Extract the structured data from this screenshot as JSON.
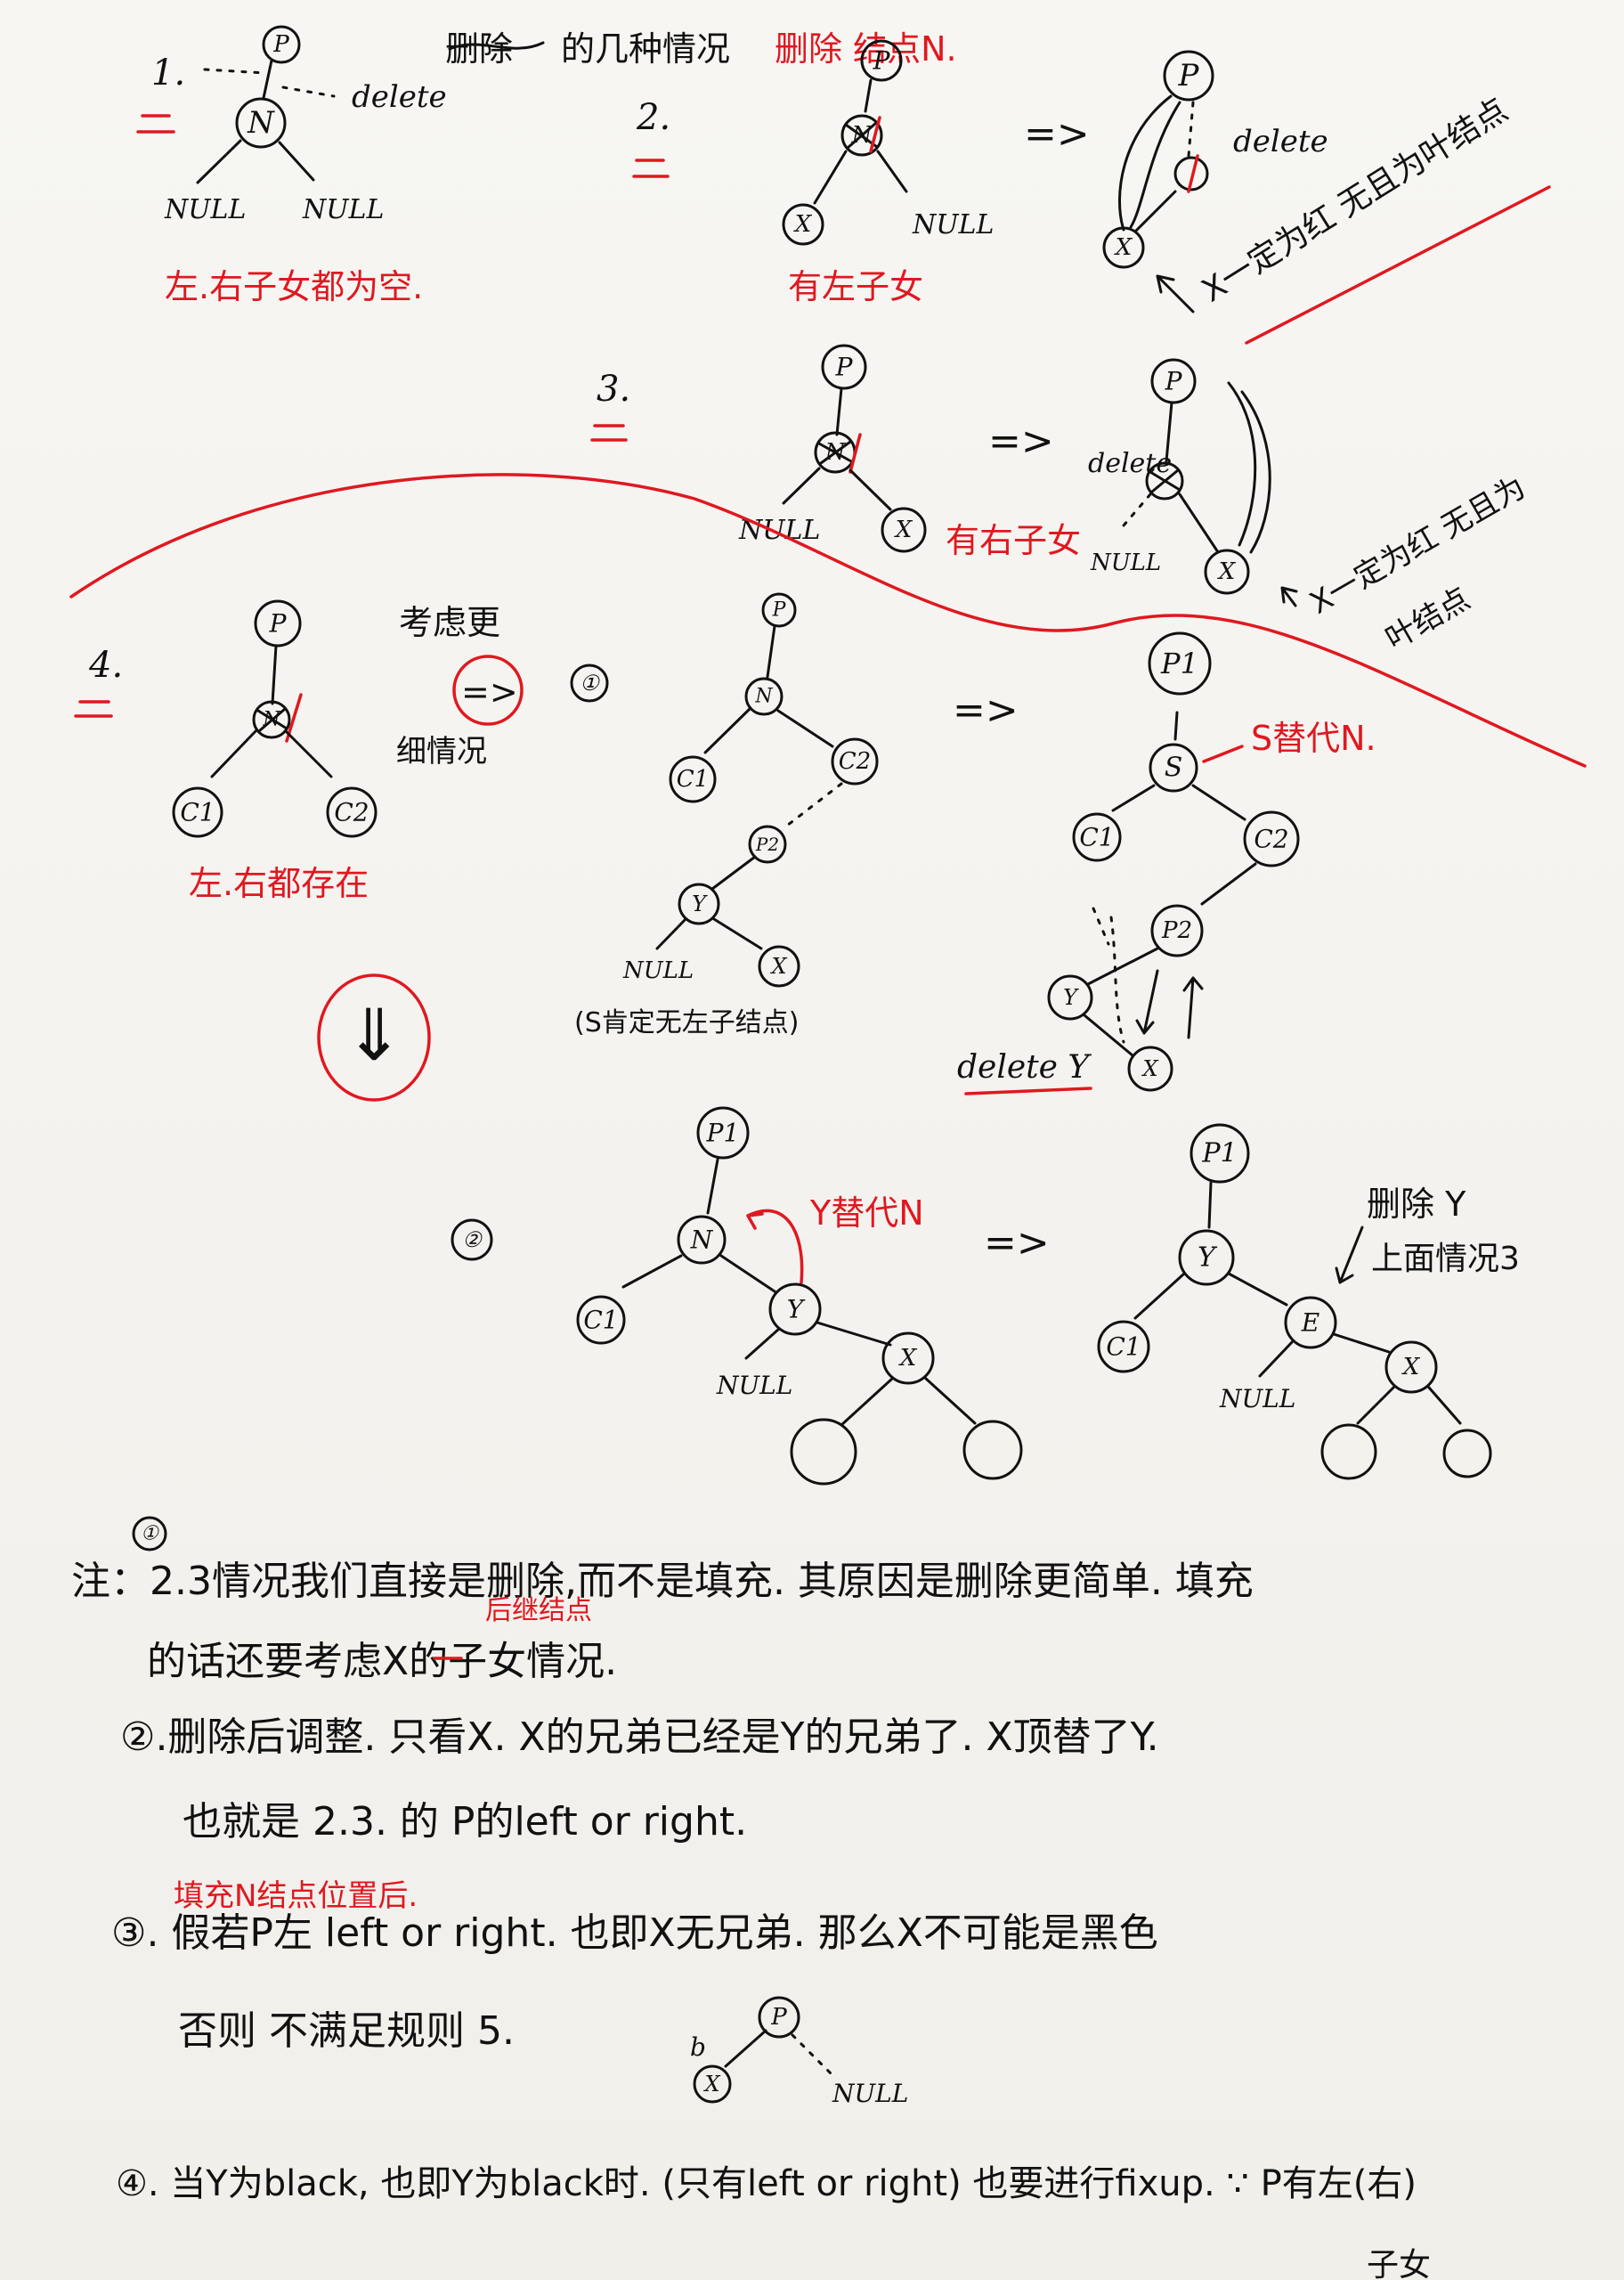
{
  "header": {
    "strike": "删除",
    "text": "的几种情况",
    "red": "删除 结点N."
  },
  "cases": {
    "c1": {
      "number": "1.",
      "p": "P",
      "n": "N",
      "delete": "delete",
      "null_l": "NULL",
      "null_r": "NULL",
      "caption": "左.右子女都为空."
    },
    "c2": {
      "number": "2.",
      "p": "P",
      "n": "N",
      "x": "X",
      "null": "NULL",
      "caption": "有左子女",
      "arrow": "=>",
      "after_p": "P",
      "after_delete": "delete",
      "after_x": "X",
      "note": "X一定为红 无且为叶结点"
    },
    "c3": {
      "number": "3.",
      "p": "P",
      "n": "N",
      "x": "X",
      "null": "NULL",
      "caption": "有右子女",
      "arrow": "=>",
      "after_p": "P",
      "after_delete": "delete",
      "after_null": "NULL",
      "after_x": "X",
      "note1": "X一定为红 无且为",
      "note2": "叶结点"
    },
    "c4": {
      "number": "4.",
      "p": "P",
      "n": "N",
      "c1": "C1",
      "c2": "C2",
      "caption": "左.右都存在",
      "consider1": "考虑更",
      "consider_arrow": "=>",
      "consider2": "细情况",
      "down_arrow": "⇓"
    }
  },
  "sub1": {
    "marker": "①",
    "p": "P",
    "n": "N",
    "c1": "C1",
    "c2": "C2",
    "p2": "P2",
    "y": "Y",
    "null": "NULL",
    "x": "X",
    "caption": "(S肯定无左子结点)",
    "arrow": "=>",
    "after_p1": "P1",
    "after_s": "S",
    "s_label": "S替代N.",
    "after_c1": "C1",
    "after_c2": "C2",
    "after_p2": "P2",
    "after_y": "Y",
    "after_x": "X",
    "delete_y": "delete Y"
  },
  "sub2": {
    "marker": "②",
    "p1": "P1",
    "n": "N",
    "y_label": "Y替代N",
    "c1": "C1",
    "y": "Y",
    "null": "NULL",
    "x": "X",
    "arrow": "=>",
    "after_p1": "P1",
    "after_y": "Y",
    "after_c1": "C1",
    "after_e": "E",
    "after_null": "NULL",
    "after_x": "X",
    "note1": "删除 Y",
    "note2": "上面情况3"
  },
  "notes": {
    "n1_marker": "①",
    "n1_line1": "注：2.3情况我们直接是删除,而不是填充. 其原因是删除更简单. 填充",
    "n1_red": "后继结点",
    "n1_line2": "的话还要考虑X的子女情况.",
    "n2_line1": "②.删除后调整. 只看X. X的兄弟已经是Y的兄弟了. X顶替了Y.",
    "n2_line2": "也就是 2.3. 的 P的left or right.",
    "n3_red": "填充N结点位置后.",
    "n3_line1": "③. 假若P左 left or right. 也即X无兄弟. 那么X不可能是黑色",
    "n3_line2": "否则 不满足规则 5.",
    "n3_b": "b",
    "n3_p": "P",
    "n3_x": "X",
    "n3_null": "NULL",
    "n4_line1": "④. 当Y为black, 也即Y为black时. (只有left or right) 也要进行fixup. ∵ P有左(右)",
    "n4_tail": "子女"
  }
}
